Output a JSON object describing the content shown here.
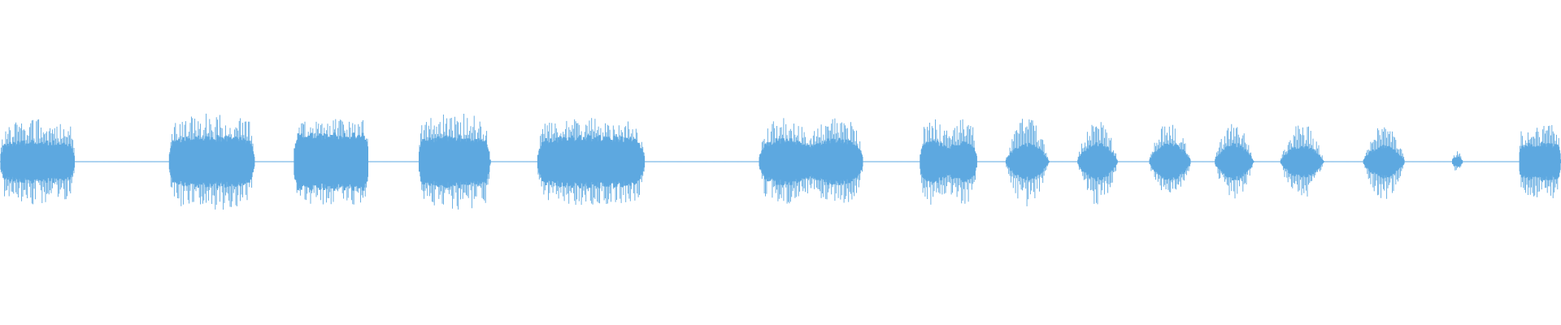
{
  "waveform": {
    "color": "#5DA8E0",
    "background": "#FFFFFF",
    "time_range": [
      0,
      1
    ],
    "amplitude_range": [
      -1,
      1
    ],
    "baseline_noise": 0.006,
    "segments": [
      {
        "start": 0.0,
        "end": 0.048,
        "peak": 0.88,
        "body": 0.45,
        "shape": "plateau"
      },
      {
        "start": 0.108,
        "end": 0.163,
        "peak": 1.0,
        "body": 0.55,
        "shape": "plateau"
      },
      {
        "start": 0.188,
        "end": 0.236,
        "peak": 0.88,
        "body": 0.6,
        "shape": "block"
      },
      {
        "start": 0.268,
        "end": 0.314,
        "peak": 1.0,
        "body": 0.55,
        "shape": "plateau"
      },
      {
        "start": 0.344,
        "end": 0.413,
        "peak": 0.9,
        "body": 0.55,
        "shape": "plateau"
      },
      {
        "start": 0.486,
        "end": 0.553,
        "peak": 0.92,
        "body": 0.5,
        "shape": "double"
      },
      {
        "start": 0.589,
        "end": 0.626,
        "peak": 0.9,
        "body": 0.45,
        "shape": "double"
      },
      {
        "start": 0.644,
        "end": 0.672,
        "peak": 0.93,
        "body": 0.4,
        "shape": "hump"
      },
      {
        "start": 0.69,
        "end": 0.716,
        "peak": 0.92,
        "body": 0.4,
        "shape": "hump"
      },
      {
        "start": 0.736,
        "end": 0.763,
        "peak": 0.83,
        "body": 0.4,
        "shape": "hump"
      },
      {
        "start": 0.778,
        "end": 0.803,
        "peak": 0.8,
        "body": 0.4,
        "shape": "hump"
      },
      {
        "start": 0.82,
        "end": 0.848,
        "peak": 0.8,
        "body": 0.35,
        "shape": "hump"
      },
      {
        "start": 0.873,
        "end": 0.9,
        "peak": 0.78,
        "body": 0.35,
        "shape": "hump"
      },
      {
        "start": 0.93,
        "end": 0.937,
        "peak": 0.22,
        "body": 0.12,
        "shape": "hump"
      },
      {
        "start": 0.973,
        "end": 1.0,
        "peak": 0.82,
        "body": 0.4,
        "shape": "plateau"
      }
    ]
  }
}
